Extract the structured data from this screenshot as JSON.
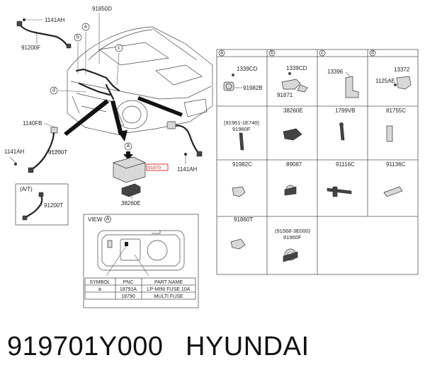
{
  "main_figure": {
    "labels": {
      "top_harness_pnc": "1141AH",
      "top_harness_part": "91200F",
      "hood_pnc": "91850D",
      "left_sensor": "1140FB",
      "left_bolt": "1141AH",
      "left_harness": "91200T",
      "right_bolt": "1141AH",
      "fuse_box_pnc": "91970",
      "fuse_box_cover": "38260E",
      "at_label": "(A/T)",
      "at_harness": "91200T"
    },
    "callouts": {
      "a": "a",
      "b": "b",
      "c": "c",
      "d": "d",
      "A": "A"
    }
  },
  "grid": {
    "headers": {
      "a": "a",
      "b": "b",
      "c": "c",
      "d": "d"
    },
    "cells": {
      "a1": {
        "line1": "1339CD",
        "line2": "91982B"
      },
      "b1": {
        "line1": "1339CD",
        "line2": "91871",
        "bottom": "38260E"
      },
      "c1": {
        "line1": "13396",
        "bottom": "1799VB"
      },
      "d1": {
        "line1": "13372",
        "line2": "1125AE",
        "bottom": "81755C"
      },
      "a2": {
        "line1": "(91961-1E740)",
        "line2": "91960F",
        "bottom": "91982C"
      },
      "b2": {
        "bottom": "89087"
      },
      "c2": {
        "bottom": "91116C"
      },
      "d2": {
        "bottom": "91136C"
      },
      "a3": {
        "top": "91860T"
      },
      "b3": {
        "line1": "(91568-3E000)",
        "line2": "91960F"
      }
    }
  },
  "view_box": {
    "title": "VIEW",
    "callout": "A",
    "table": {
      "headers": [
        "SYMBOL",
        "PNC",
        "PART NAME"
      ],
      "rows": [
        [
          "a",
          "18791A",
          "LP-MINI FUSE 10A"
        ],
        [
          "",
          "18790",
          "MULTI FUSE"
        ]
      ]
    }
  },
  "footer": {
    "part_number": "919701Y000",
    "brand": "HYUNDAI"
  }
}
